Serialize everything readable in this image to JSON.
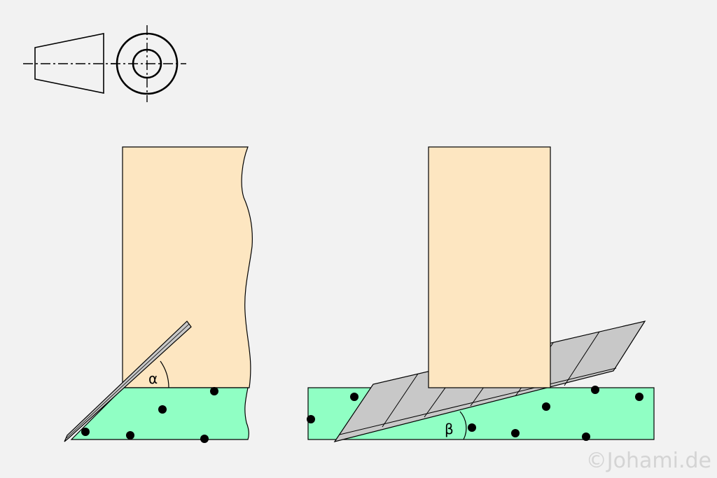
{
  "labels": {
    "alpha": "α",
    "beta": "β",
    "watermark": "©Johami.de"
  },
  "colors": {
    "background": "#f2f2f2",
    "wood": "#fde6c1",
    "base": "#90ffc4",
    "blade": "#c8c8c8",
    "stroke": "#000000",
    "watermark": "#d4d4d4"
  },
  "icons": [
    "taper-side-view-icon",
    "taper-front-view-icon"
  ]
}
